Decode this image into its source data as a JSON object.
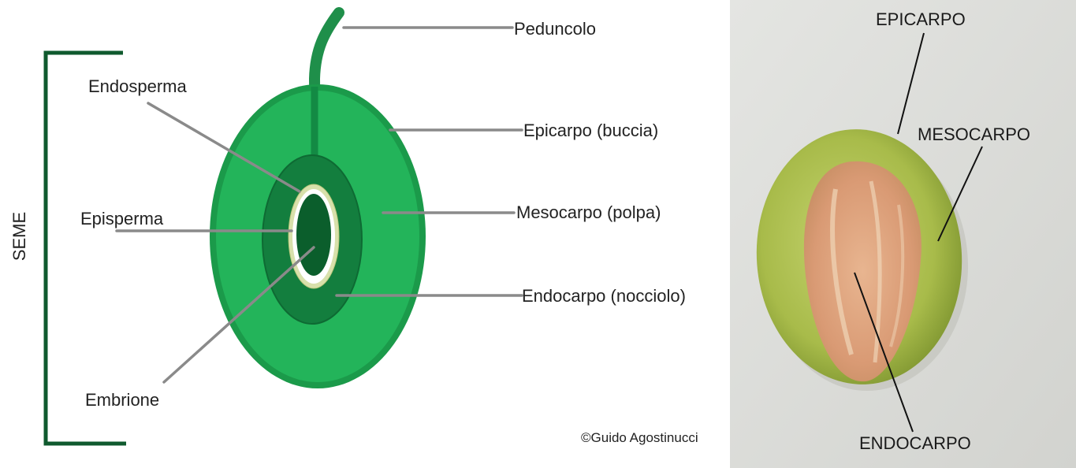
{
  "diagram": {
    "bracket_label": "SEME",
    "labels": {
      "peduncolo": "Peduncolo",
      "endosperma": "Endosperma",
      "episperma": "Episperma",
      "embrione": "Embrione",
      "epicarpo": "Epicarpo (buccia)",
      "mesocarpo": "Mesocarpo (polpa)",
      "endocarpo": "Endocarpo (nocciolo)"
    },
    "credit": "©Guido Agostinucci"
  },
  "photo": {
    "labels": {
      "epicarpo": "EPICARPO",
      "mesocarpo": "MESOCARPO",
      "endocarpo": "ENDOCARPO"
    }
  },
  "colors": {
    "outer_green": "#1b9a4a",
    "pulp_green": "#23b45a",
    "endocarp_green": "#137e3e",
    "embryo_green": "#0b5e2c",
    "bracket_green": "#0f5a2e",
    "leader_gray": "#8a8a8a"
  }
}
